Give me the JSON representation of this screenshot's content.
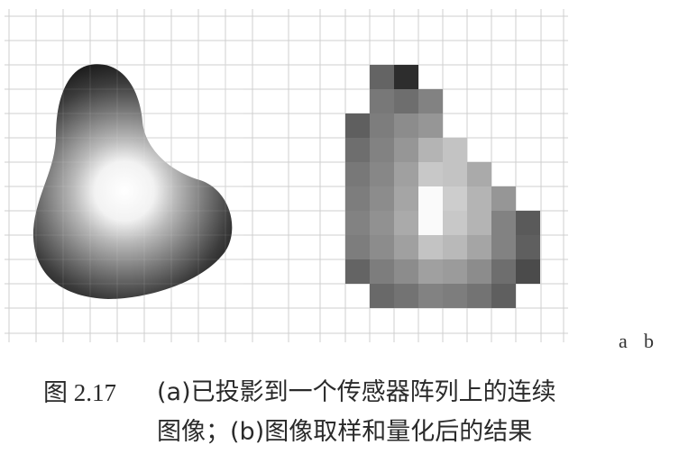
{
  "figure": {
    "subfigure_labels": [
      "a",
      "b"
    ],
    "caption_number": "图 2.17",
    "caption_line1": "(a)已投影到一个传感器阵列上的连续",
    "caption_line2": "图像；(b)图像取样和量化后的结果"
  },
  "sampled_image_b": {
    "pixel_gray_levels": [
      [
        null,
        100,
        45,
        null,
        null,
        null,
        null,
        null
      ],
      [
        null,
        120,
        110,
        130,
        null,
        null,
        null,
        null
      ],
      [
        95,
        125,
        140,
        150,
        null,
        null,
        null,
        null
      ],
      [
        110,
        130,
        150,
        180,
        195,
        null,
        null,
        null
      ],
      [
        120,
        135,
        160,
        200,
        195,
        170,
        null,
        null
      ],
      [
        125,
        140,
        165,
        250,
        205,
        180,
        150,
        null
      ],
      [
        130,
        145,
        170,
        250,
        200,
        180,
        130,
        90
      ],
      [
        125,
        140,
        160,
        195,
        185,
        165,
        130,
        95
      ],
      [
        100,
        125,
        140,
        160,
        155,
        140,
        110,
        75
      ],
      [
        null,
        105,
        115,
        130,
        125,
        115,
        95,
        null
      ]
    ]
  }
}
